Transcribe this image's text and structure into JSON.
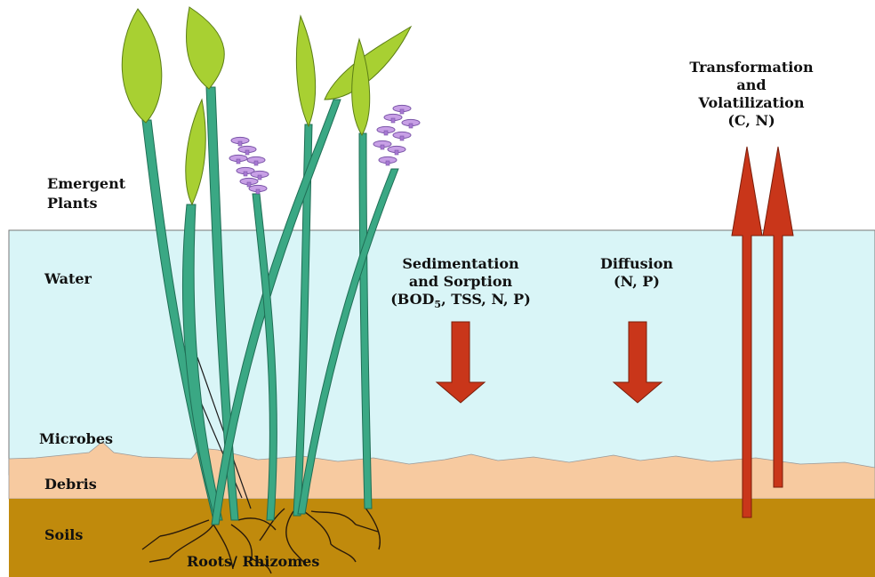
{
  "labels": {
    "emergent_plants_1": "Emergent",
    "emergent_plants_2": "Plants",
    "water": "Water",
    "microbes": "Microbes",
    "debris": "Debris",
    "soils": "Soils",
    "roots": "Roots/ Rhizomes",
    "sedimentation_1": "Sedimentation",
    "sedimentation_2": "and Sorption",
    "sedimentation_3_pre": "(BOD",
    "sedimentation_3_sub": "5",
    "sedimentation_3_post": ", TSS, N, P)",
    "diffusion_1": "Diffusion",
    "diffusion_2": "(N, P)",
    "transformation_1": "Transformation",
    "transformation_2": "and",
    "transformation_3": "Volatilization",
    "transformation_4": "(C, N)"
  },
  "colors": {
    "water": "#d9f5f7",
    "debris": "#f7caa0",
    "soil": "#c08a0c",
    "stem": "#3aa884",
    "leaf": "#a8d032",
    "flower": "#c8a0e6",
    "arrow": "#c9361a"
  }
}
